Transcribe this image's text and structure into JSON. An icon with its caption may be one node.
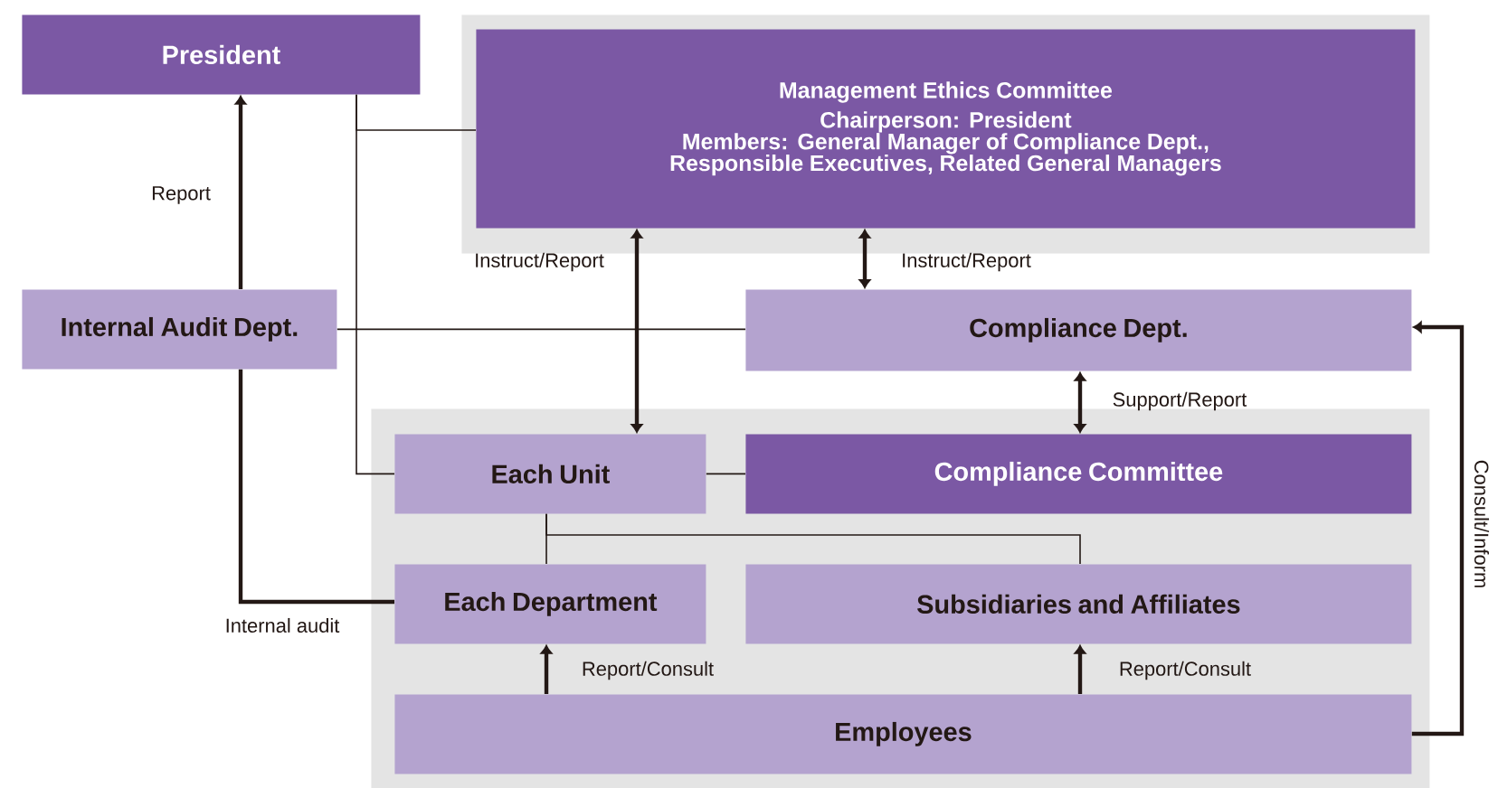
{
  "diagram": {
    "nodes": [
      {
        "text": [
          "President"
        ]
      },
      {
        "text": [],
        "shape": "box"
      },
      {
        "text": [
          "Management Ethics Committee",
          "Chairperson: President",
          "Members: General Manager of Compliance Dept., Responsible Executives, Related General Managers"
        ],
        "in": 1
      },
      {
        "text": [
          "Internal Audit Dept."
        ]
      },
      {
        "text": [
          "Compliance Dept."
        ]
      },
      {
        "text": [],
        "shape": "box"
      },
      {
        "text": [
          "Each Unit"
        ],
        "in": 5
      },
      {
        "text": [
          "Compliance Committee"
        ],
        "in": 5
      },
      {
        "text": [
          "Each Department"
        ],
        "in": 5
      },
      {
        "text": [
          "Subsidiaries and Affiliates"
        ],
        "in": 5
      },
      {
        "text": [
          "Employees"
        ],
        "in": 5
      }
    ],
    "edges": [
      {
        "from": 3,
        "to": 0,
        "arrow": "to",
        "label": "Report"
      },
      {
        "from": 3,
        "to": 8,
        "arrow": "none",
        "label": "Internal audit"
      },
      {
        "from": 0,
        "to": 2,
        "arrow": "none"
      },
      {
        "from": 0,
        "to": 6,
        "arrow": "none"
      },
      {
        "from": 2,
        "to": 6,
        "arrow": "both",
        "label": "Instruct/Report"
      },
      {
        "from": 3,
        "to": 4,
        "arrow": "none"
      },
      {
        "from": 2,
        "to": 4,
        "arrow": "both",
        "label": "Instruct/Report"
      },
      {
        "from": 4,
        "to": 7,
        "arrow": "both",
        "label": "Support/Report"
      },
      {
        "from": 6,
        "to": 7,
        "arrow": "none"
      },
      {
        "from": 6,
        "to": 8,
        "arrow": "none"
      },
      {
        "from": 6,
        "to": 9,
        "arrow": "none"
      },
      {
        "from": 10,
        "to": 8,
        "arrow": "to",
        "label": "Report/Consult"
      },
      {
        "from": 10,
        "to": 9,
        "arrow": "to",
        "label": "Report/Consult"
      },
      {
        "from": 10,
        "to": 4,
        "arrow": "to",
        "label": "Consult/Inform"
      }
    ]
  }
}
